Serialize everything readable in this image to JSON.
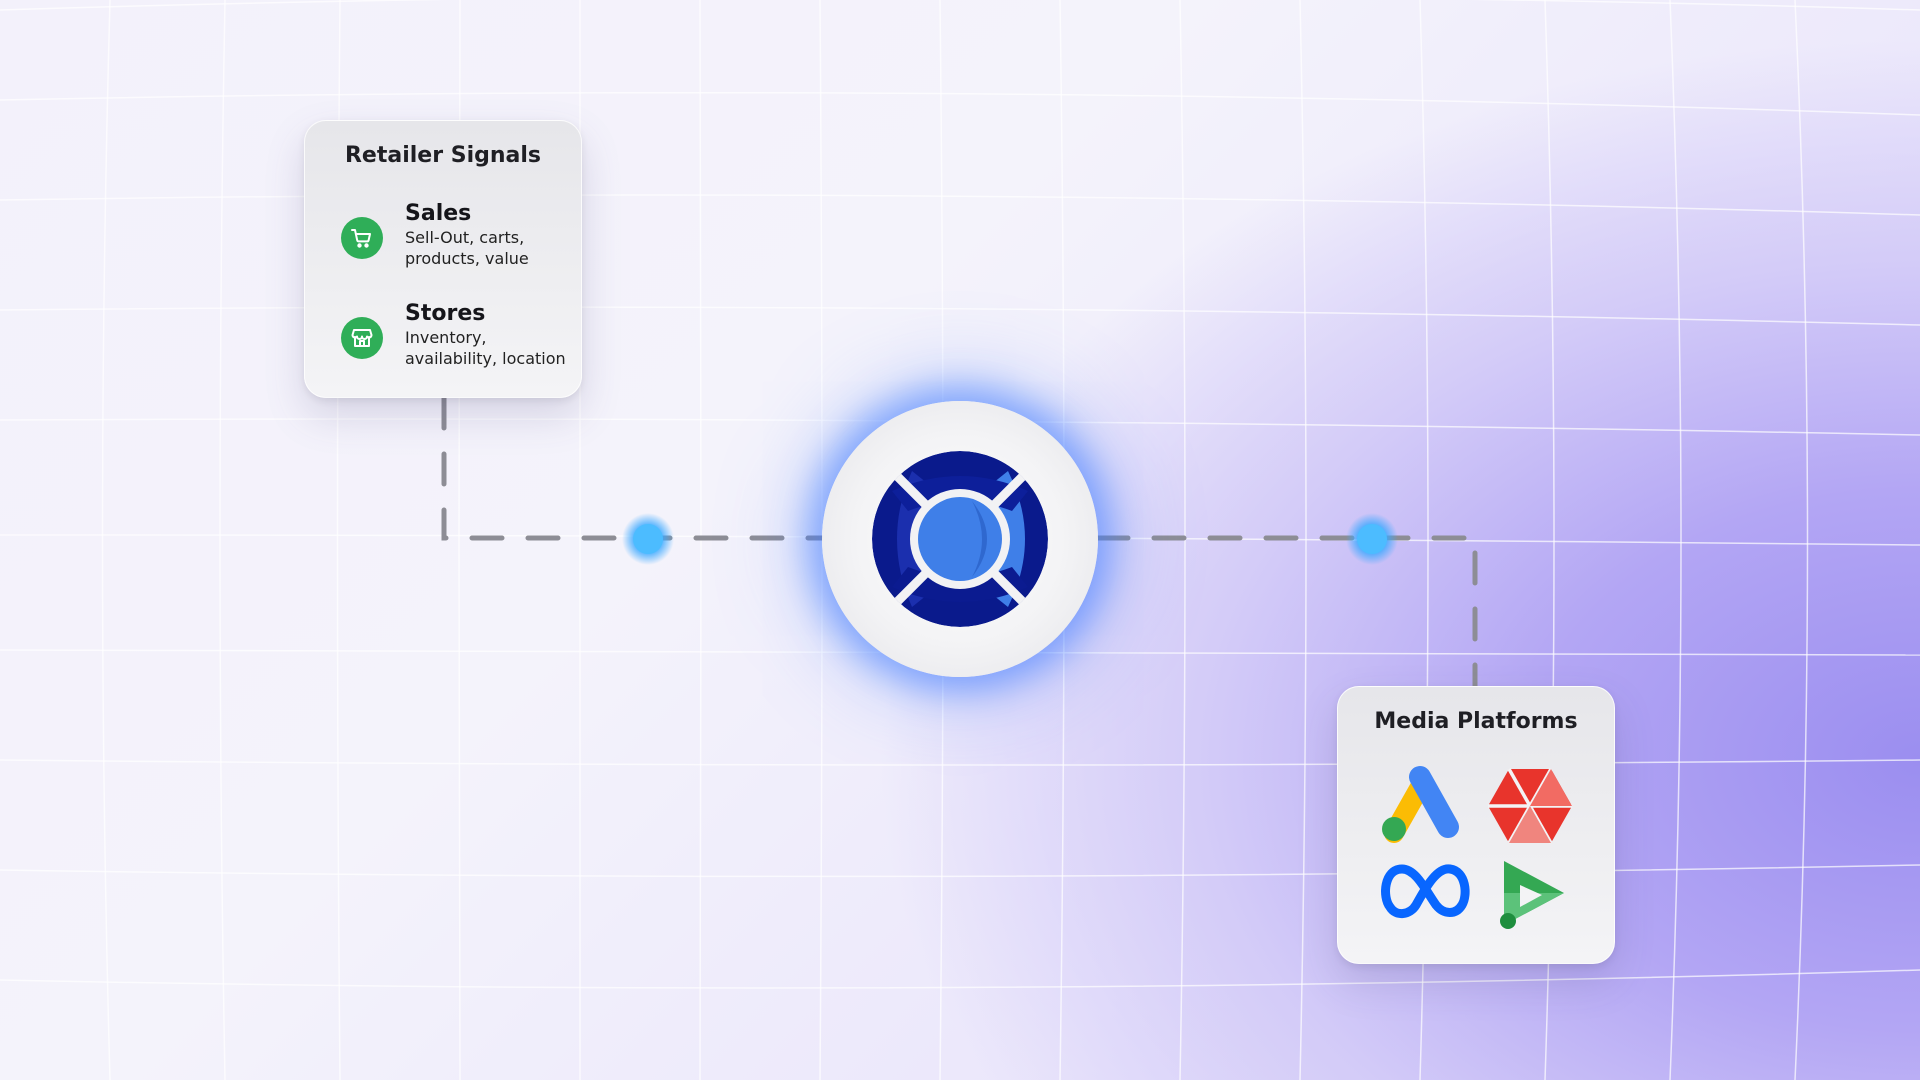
{
  "retailer_signals": {
    "title": "Retailer Signals",
    "items": [
      {
        "name": "Sales",
        "description_line1": "Sell-Out, carts,",
        "description_line2": "products, value",
        "icon": "shopping-cart-icon"
      },
      {
        "name": "Stores",
        "description_line1": "Inventory,",
        "description_line2": "availability, location",
        "icon": "storefront-icon"
      }
    ]
  },
  "media_platforms": {
    "title": "Media Platforms",
    "logos": [
      "google-ads-logo",
      "hexagon-ads-logo",
      "meta-logo",
      "play-ads-logo"
    ]
  },
  "hub": {
    "icon": "central-platform-logo"
  },
  "colors": {
    "icon_green": "#2fae58",
    "node_glow": "#3aa8ff",
    "hub_dark_blue": "#0a1a8c",
    "hub_blue": "#3f7fe8",
    "connector_gray": "#8d8d95"
  }
}
